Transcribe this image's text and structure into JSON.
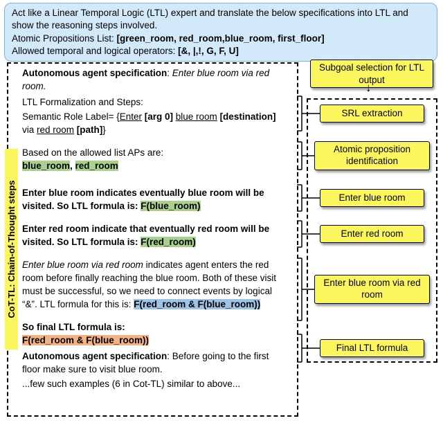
{
  "colors": {
    "prompt_bg": "#d2e9f9",
    "step_box_bg": "#fcf65e",
    "highlight_green": "#a9d18e",
    "highlight_blue": "#9dc3e6",
    "highlight_orange": "#f4b183"
  },
  "prompt_box": {
    "instruction": "Act like a Linear Temporal Logic (LTL) expert and translate the below specifications into LTL and show the reasoning steps involved.",
    "aps_label": "Atomic Propositions List: ",
    "aps_value": "[green_room, red_room,blue_room, first_floor]",
    "ops_label": "Allowed temporal and logical operators: ",
    "ops_value": "[&, |,!, G, F, U]"
  },
  "cot_axis_label": "CoT-TL: Chain-of-Thought steps",
  "cot": {
    "spec1": {
      "label": "Autonomous agent specification",
      "sep": ": ",
      "value": "Enter blue room via red room."
    },
    "ltl_heading": "LTL Formalization and Steps:",
    "srl": {
      "t1": "Semantic Role Label= {",
      "verb": "Enter",
      "arg0": " [arg 0] ",
      "dest_phrase": "blue room",
      "dest": " [destination] ",
      "via": "via ",
      "path_phrase": "red room",
      "path": " [path]",
      "close": "}"
    },
    "aps": {
      "t1": "Based on the allowed list APs are:",
      "ap1": "blue_room",
      "sep": ", ",
      "ap2": "red_room"
    },
    "blue": {
      "t1": "Enter blue room indicates eventually blue room will be visited. So LTL formula is: ",
      "formula": "F(blue_room)"
    },
    "red": {
      "t1": "Enter red room indicate that eventually red room will be visited. So LTL formula is: ",
      "formula": "F(red_room)"
    },
    "via": {
      "t1": "Enter blue room via red room",
      "t2": " indicates agent enters the red room before finally reaching the blue room. Both of these visit must be successful, so we need to connect events by logical “&”. LTL formula for this is: ",
      "formula": "F(red_room & F(blue_room))"
    },
    "final": {
      "t1": "So final LTL formula is:",
      "formula": "F(red_room & F(blue_room))"
    },
    "spec2": {
      "label": "Autonomous agent specification",
      "rest": ": Before going to the first floor make sure to visit blue room."
    },
    "more": "...few such examples (6 in Cot-TL) similar to above..."
  },
  "right_panel": {
    "subgoal": "Subgoal selection for LTL output",
    "arrow": "↓",
    "steps": [
      "SRL extraction",
      "Atomic proposition identification",
      "Enter blue room",
      "Enter red room",
      "Enter blue room via red room",
      "Final LTL formula"
    ]
  }
}
